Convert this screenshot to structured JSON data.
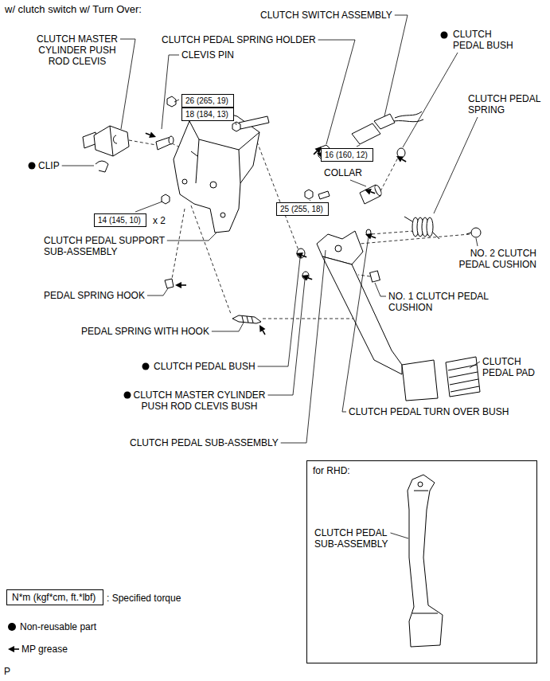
{
  "diagram": {
    "title": "w/ clutch switch w/ Turn Over:",
    "nodes": [
      {
        "text": [
          "26 (265, 19)"
        ]
      },
      {
        "text": [
          "18 (184, 13)"
        ]
      },
      {
        "text": [
          "16 (160, 12)"
        ]
      },
      {
        "text": [
          "25 (255, 18)"
        ]
      },
      {
        "text": [
          "14 (145, 10)"
        ]
      },
      {
        "text": [
          "for RHD:",
          "CLUTCH PEDAL SUB-ASSEMBLY"
        ]
      },
      {
        "text": [
          "N*m (kgf*cm, ft.*lbf)"
        ]
      }
    ],
    "labels": [
      "CLUTCH MASTER CYLINDER PUSH ROD CLEVIS",
      "CLEVIS PIN",
      "CLUTCH PEDAL SPRING HOLDER",
      "CLUTCH SWITCH ASSEMBLY",
      "CLUTCH PEDAL BUSH",
      "CLUTCH PEDAL SPRING",
      "CLIP",
      "COLLAR",
      "x 2",
      "CLUTCH PEDAL SUPPORT SUB-ASSEMBLY",
      "NO. 2 CLUTCH PEDAL CUSHION",
      "PEDAL SPRING HOOK",
      "NO. 1 CLUTCH PEDAL CUSHION",
      "PEDAL SPRING WITH HOOK",
      "CLUTCH PEDAL PAD",
      "CLUTCH PEDAL BUSH",
      "CLUTCH MASTER CYLINDER PUSH ROD CLEVIS BUSH",
      "CLUTCH PEDAL TURN OVER BUSH",
      "CLUTCH PEDAL SUB-ASSEMBLY",
      "P"
    ],
    "legend": [
      {
        "text": ": Specified torque"
      },
      {
        "text": "Non-reusable part",
        "color": "#000000"
      },
      {
        "text": "MP grease"
      }
    ]
  }
}
